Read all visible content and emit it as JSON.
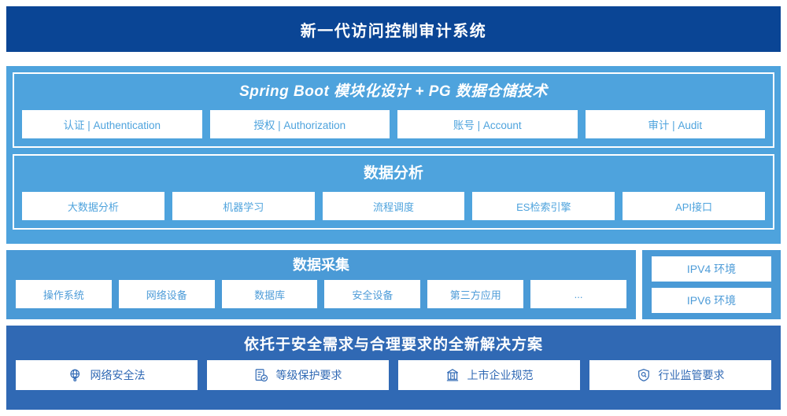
{
  "header": {
    "title": "新一代访问控制审计系统"
  },
  "architecture": {
    "panels": [
      {
        "title": "Spring Boot 模块化设计 + PG 数据仓储技术",
        "italic": true,
        "items": [
          {
            "label": "认证 | Authentication"
          },
          {
            "label": "授权 | Authorization"
          },
          {
            "label": "账号 | Account"
          },
          {
            "label": "审计 | Audit"
          }
        ]
      },
      {
        "title": "数据分析",
        "italic": false,
        "items": [
          {
            "label": "大数据分析"
          },
          {
            "label": "机器学习"
          },
          {
            "label": "流程调度"
          },
          {
            "label": "ES检索引擎"
          },
          {
            "label": "API接口"
          }
        ]
      }
    ]
  },
  "collection": {
    "title": "数据采集",
    "items": [
      {
        "label": "操作系统"
      },
      {
        "label": "网络设备"
      },
      {
        "label": "数据库"
      },
      {
        "label": "安全设备"
      },
      {
        "label": "第三方应用"
      },
      {
        "label": "..."
      }
    ],
    "environments": [
      {
        "label": "IPV4 环境"
      },
      {
        "label": "IPV6 环境"
      }
    ]
  },
  "solution": {
    "title": "依托于安全需求与合理要求的全新解决方案",
    "items": [
      {
        "label": "网络安全法",
        "icon": "globe-icon"
      },
      {
        "label": "等级保护要求",
        "icon": "document-check-icon"
      },
      {
        "label": "上市企业规范",
        "icon": "bank-icon"
      },
      {
        "label": "行业监管要求",
        "icon": "shield-search-icon"
      }
    ]
  },
  "colors": {
    "header_bg": "#0a4595",
    "architecture_bg": "#4ea3dd",
    "collection_bg": "#4a9ad6",
    "solution_bg": "#3069b4",
    "chip_bg": "#ffffff",
    "chip_text": "#4ea3dd",
    "solution_chip_text": "#3069b4"
  }
}
